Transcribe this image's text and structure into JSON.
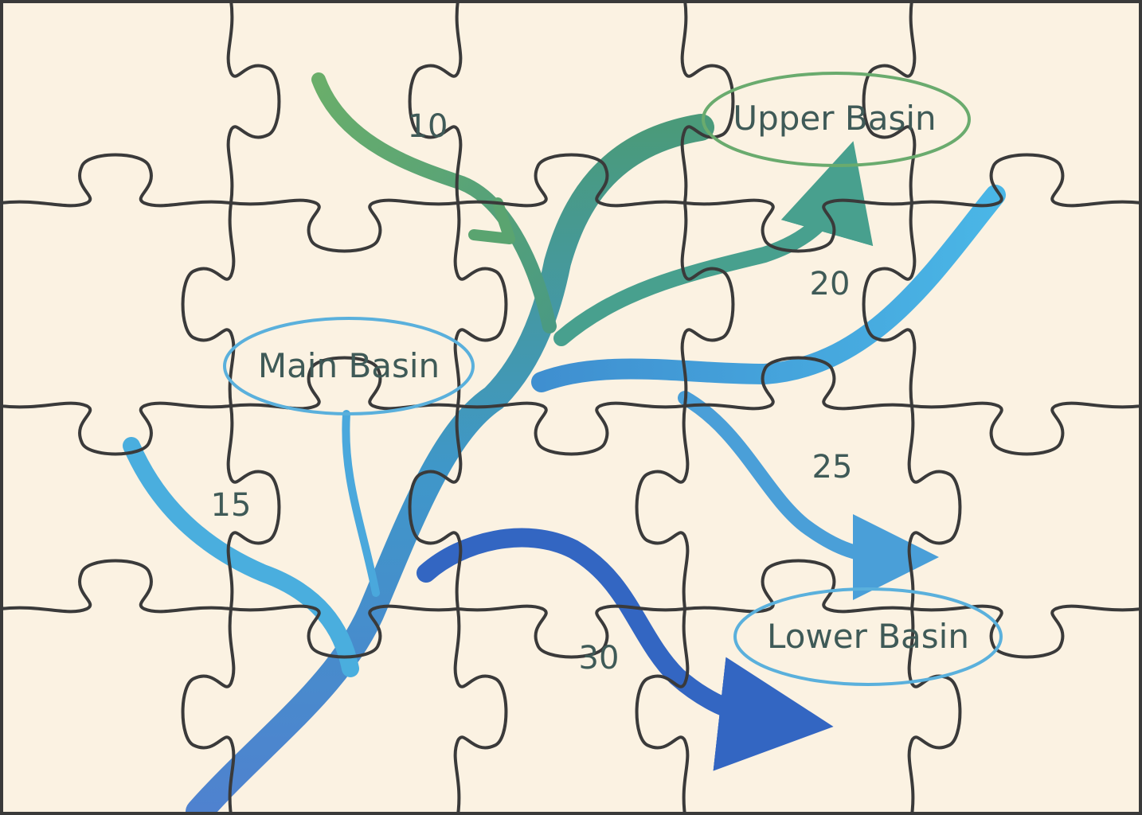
{
  "basins": [
    {
      "id": "upper",
      "label": "Upper Basin",
      "color": "#6aab6e"
    },
    {
      "id": "main",
      "label": "Main Basin",
      "color": "#5ab0dc"
    },
    {
      "id": "lower",
      "label": "Lower Basin",
      "color": "#5ab0dc"
    }
  ],
  "flow_values": [
    "10",
    "20",
    "15",
    "25",
    "30"
  ],
  "colors": {
    "background": "#fbf2e2",
    "puzzle_outline": "#3a3a3a",
    "text": "#3f5a57",
    "river_green": "#4e9c6a",
    "river_teal": "#3f95a8",
    "river_light_blue": "#4aaede",
    "river_blue": "#3a6fc6",
    "river_dark_blue": "#2d5fc0"
  }
}
